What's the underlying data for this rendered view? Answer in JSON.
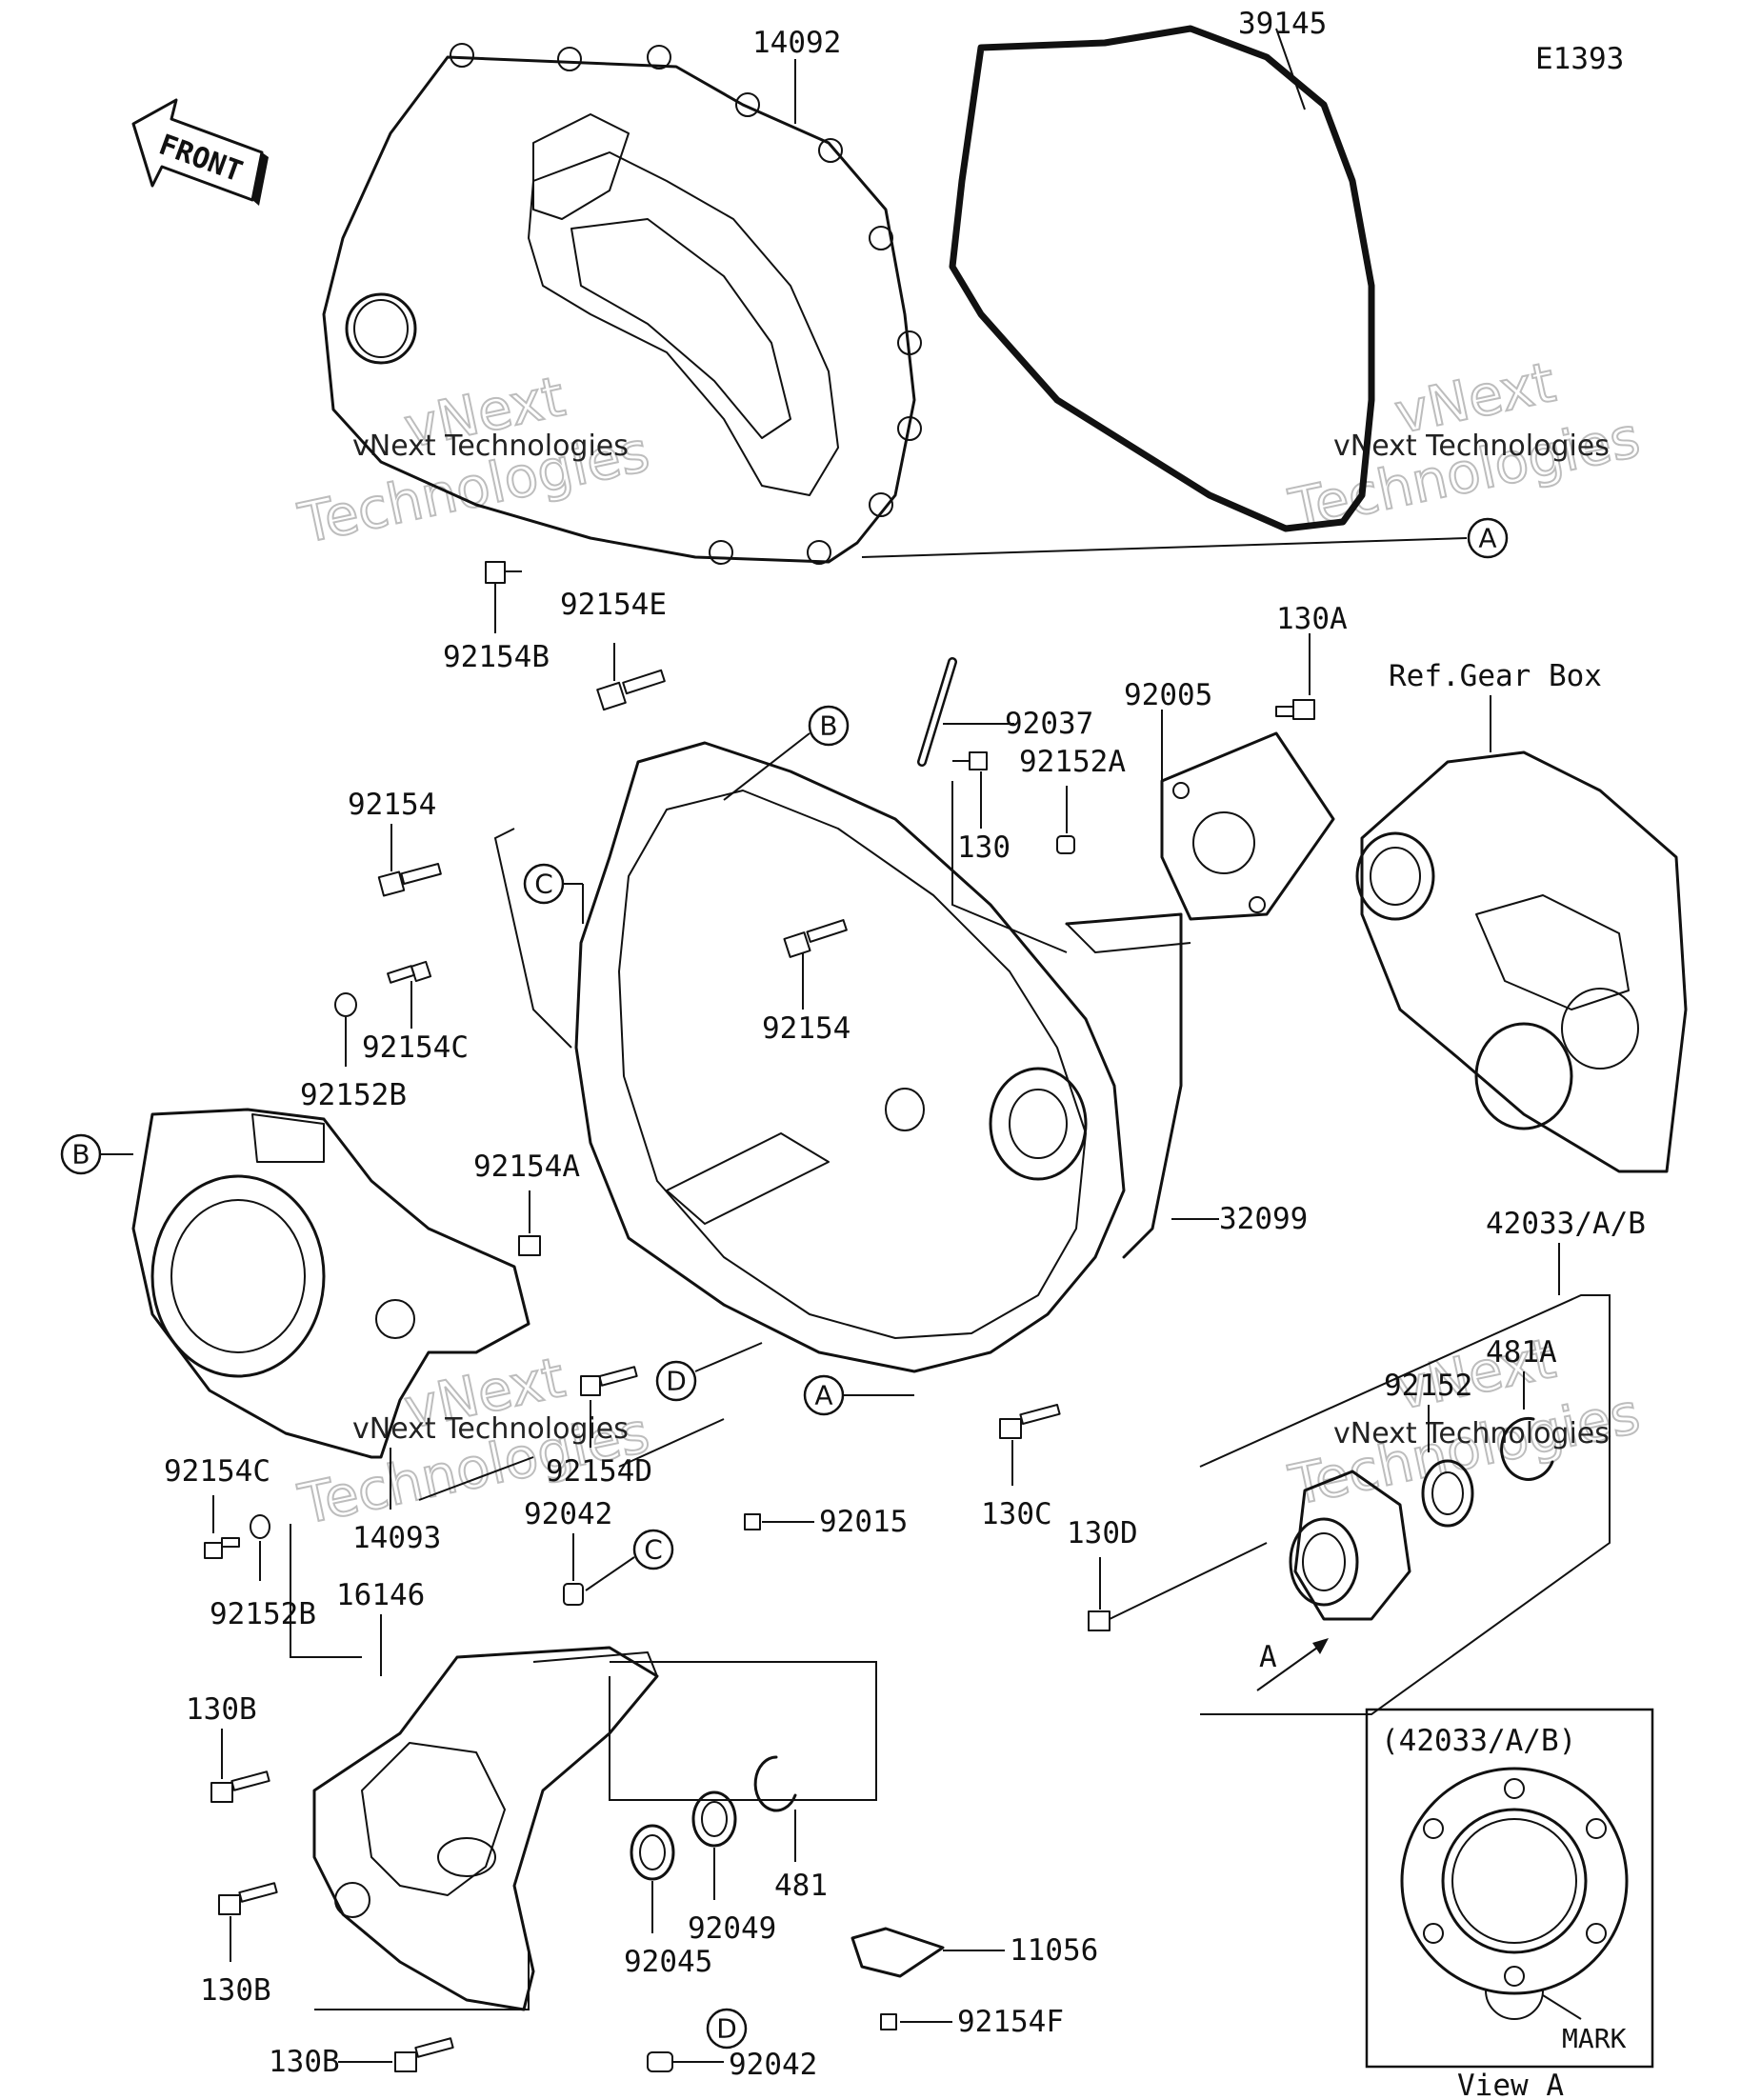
{
  "diagram_code": "E1393",
  "front_arrow_label": "FRONT",
  "watermark": {
    "text": "vNext Technologies",
    "big_line1": "vNext",
    "big_line2": "Technologies"
  },
  "part_labels": {
    "p14092": "14092",
    "p39145": "39145",
    "p92154B": "92154B",
    "p92154E": "92154E",
    "p130A": "130A",
    "ref_gear_box": "Ref.Gear Box",
    "p92037": "92037",
    "p92005": "92005",
    "p92152A": "92152A",
    "p130": "130",
    "p92154_top": "92154",
    "p92154_mid": "92154",
    "p92154C_top": "92154C",
    "p92152B_top": "92152B",
    "p92154A": "92154A",
    "p32099": "32099",
    "p42033": "42033/A/B",
    "p481A": "481A",
    "p92152": "92152",
    "p92154D": "92154D",
    "p130C": "130C",
    "p130D": "130D",
    "p92154C_bot": "92154C",
    "p14093": "14093",
    "p92042_top": "92042",
    "p92015": "92015",
    "p92152B_bot": "92152B",
    "p16146": "16146",
    "p130B_1": "130B",
    "p130B_2": "130B",
    "p130B_3": "130B",
    "p92045": "92045",
    "p92049": "92049",
    "p481": "481",
    "p11056": "11056",
    "p92154F": "92154F",
    "p92042_bot": "92042",
    "view_a_title": "(42033/A/B)",
    "view_a_caption": "View A",
    "mark": "MARK",
    "arrow_a": "A"
  },
  "callouts": {
    "a1": "A",
    "a2": "A",
    "b1": "B",
    "b2": "B",
    "c1": "C",
    "c2": "C",
    "d1": "D",
    "d2": "D"
  }
}
